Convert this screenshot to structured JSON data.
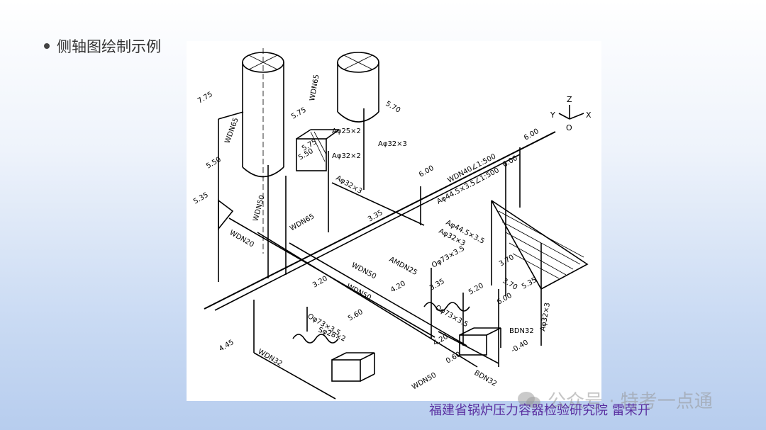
{
  "slide": {
    "title": "侧轴图绘制示例",
    "credit": "福建省锅炉压力容器检验研究院 雷荣开",
    "watermark": "公众号 · 特考一点通"
  },
  "drawing": {
    "axis": {
      "z": "Z",
      "y": "Y",
      "x": "X",
      "o": "O"
    },
    "labels": {
      "l775": "7.75",
      "l550": "5.50",
      "l535a": "5.35",
      "wdn65a": "WDN65",
      "wdn65b": "WDN65",
      "l575a": "5.75",
      "l575b": "5.75",
      "l570": "5.70",
      "l550b": "5.50",
      "a25": "Aφ25×2",
      "a32a": "Aφ32×2",
      "a32b": "Aφ32×3",
      "a32c": "Aφ32×3",
      "wdn50a": "WDN50",
      "wdn65c": "WDN65",
      "wdn20": "WDN20",
      "l335": "3.35",
      "l600a": "6.00",
      "wdn40": "WDN40∠1:500",
      "a445a": "Aφ44.5×3.5∠1:500",
      "l600b": "6.00",
      "l600c": "6.00",
      "a445b": "Aφ44.5×3.5",
      "a32d": "Aφ32×3",
      "amdn25": "AMDN25",
      "wdn50b": "WDN50",
      "wdn50c": "WDN50",
      "l320": "3.20",
      "l420a": "4.20",
      "o73a": "Oφ73×3.5",
      "l335b": "3.35",
      "l520": "5.20",
      "o73b": "Oφ73×3.5",
      "o73c": "Oφ73×3.5",
      "l560": "5.60",
      "s28": "Sφ28×2",
      "l370a": "3.70",
      "l370b": "3.70",
      "l535b": "5.35",
      "l600d": "6.00",
      "bdn32a": "BDN32",
      "a32e": "Aφ32×3",
      "l420b": "4.20",
      "l060": "0.60",
      "l040": "-0.40",
      "bdn32b": "BDN32",
      "wdn50d": "WDN50",
      "l445": "4.45",
      "wdn32": "WDN32"
    }
  }
}
